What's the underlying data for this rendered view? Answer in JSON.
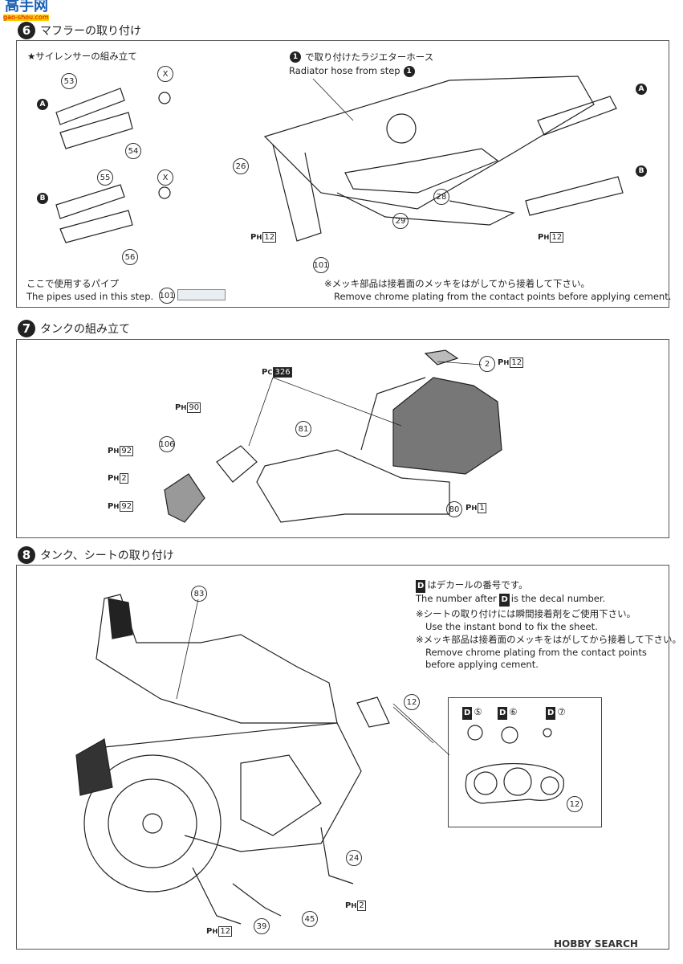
{
  "logo": {
    "text": "高手网",
    "sub": "gao-shou.com"
  },
  "step6": {
    "number": "6",
    "title": "マフラーの取り付け",
    "silencer_heading": "★サイレンサーの組み立て",
    "radiator_jp": "で取り付けたラジエターホース",
    "radiator_en": "Radiator hose from step",
    "ref_step": "1",
    "pipes_jp": "ここで使用するパイプ",
    "pipes_en": "The pipes used in this step.",
    "pipe_part": "101",
    "note_jp": "※メッキ部品は接着面のメッキをはがしてから接着して下さい。",
    "note_en": "Remove chrome plating from the contact points before applying cement.",
    "parts": [
      "53",
      "54",
      "55",
      "56",
      "26",
      "29",
      "28",
      "101"
    ],
    "marker_a": "A",
    "marker_b": "B",
    "marker_x": "X",
    "ph12": "12"
  },
  "step7": {
    "number": "7",
    "title": "タンクの組み立て",
    "parts": [
      "2",
      "81",
      "106",
      "80"
    ],
    "pc": "326",
    "ph": [
      "12",
      "90",
      "92",
      "2",
      "92",
      "1"
    ]
  },
  "step8": {
    "number": "8",
    "title": "タンク、シートの取り付け",
    "decal_jp": "はデカールの番号です。",
    "decal_en_a": "The number after",
    "decal_en_b": "is the decal number.",
    "d": "D",
    "note1_jp": "※シートの取り付けには瞬間接着剤をご使用下さい。",
    "note1_en": "Use the instant bond to fix the sheet.",
    "note2_jp": "※メッキ部品は接着面のメッキをはがしてから接着して下さい。",
    "note2_en1": "Remove chrome plating from the contact points",
    "note2_en2": "before applying cement.",
    "decals": [
      "⑤",
      "⑥",
      "⑦"
    ],
    "parts": [
      "83",
      "12",
      "24",
      "45",
      "39",
      "12"
    ],
    "ph": [
      "2",
      "12"
    ]
  },
  "watermark": "HOBBY SEARCH"
}
